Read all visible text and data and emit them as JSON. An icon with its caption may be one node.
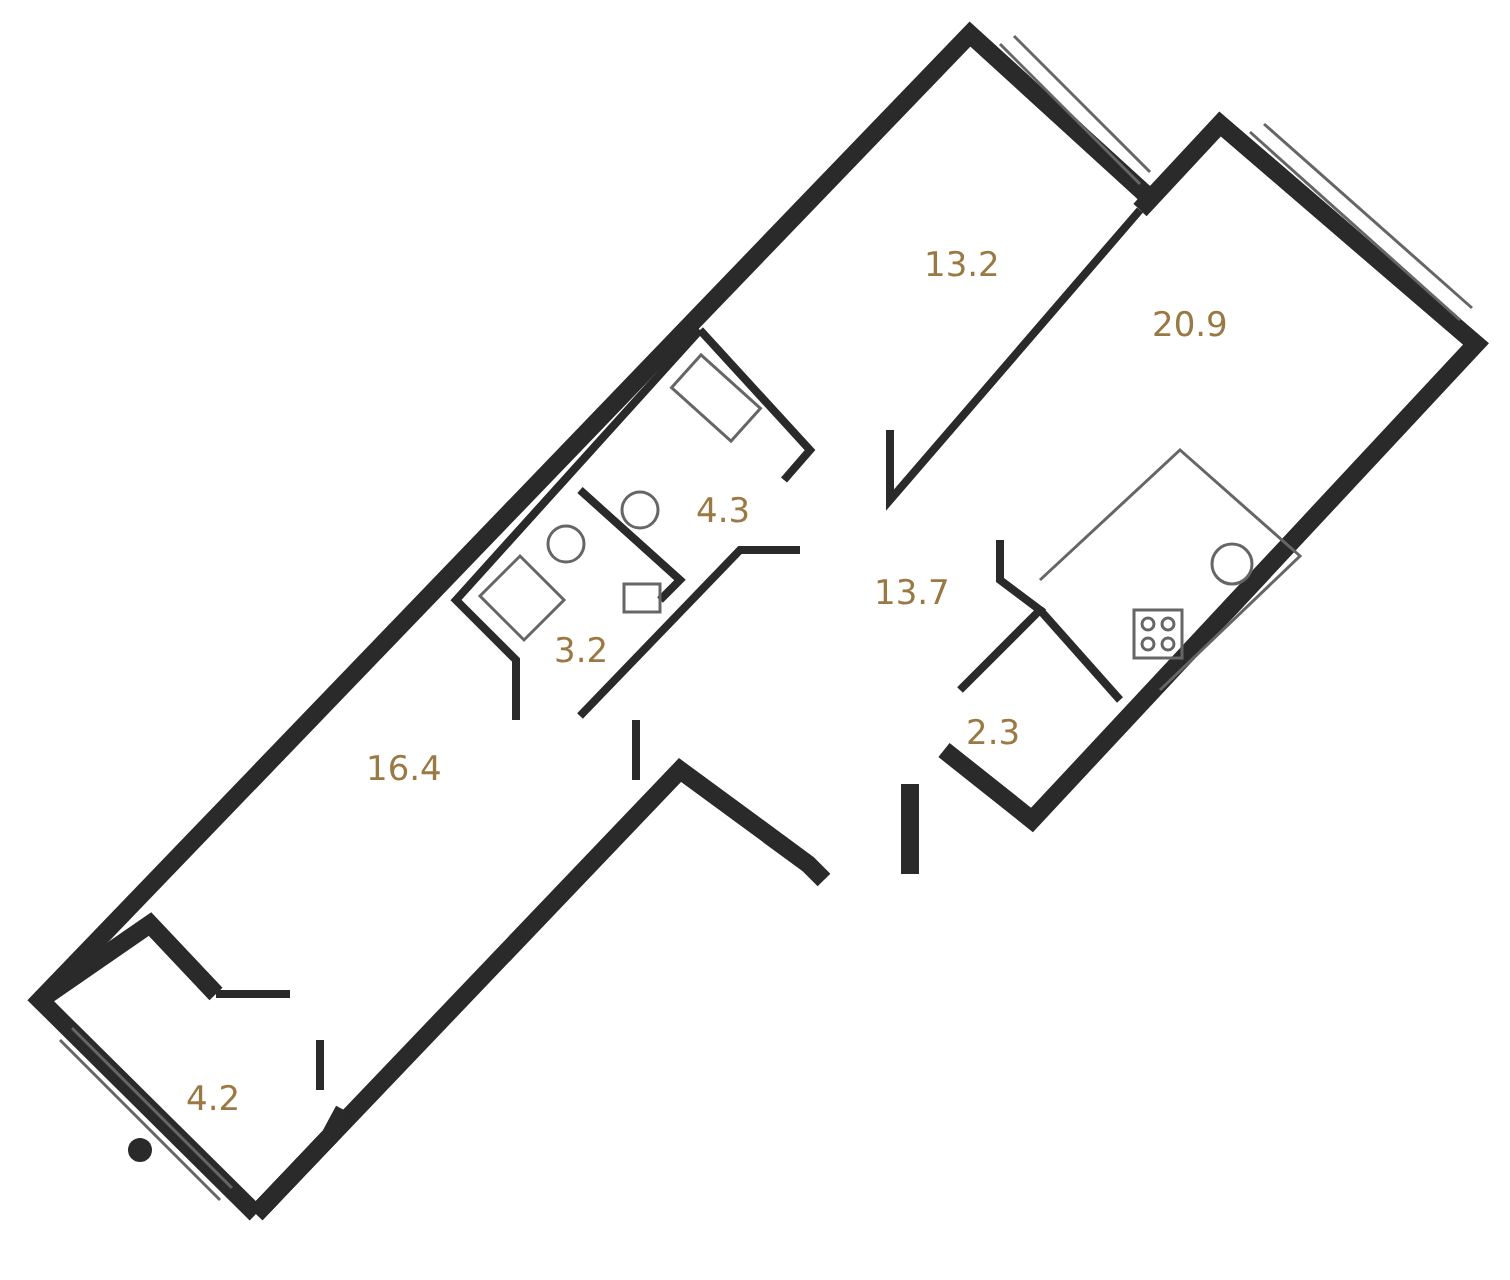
{
  "diagram": {
    "labels": [
      "13.2",
      "20.9",
      "4.3",
      "13.7",
      "3.2",
      "2.3",
      "16.4",
      "4.2"
    ]
  }
}
